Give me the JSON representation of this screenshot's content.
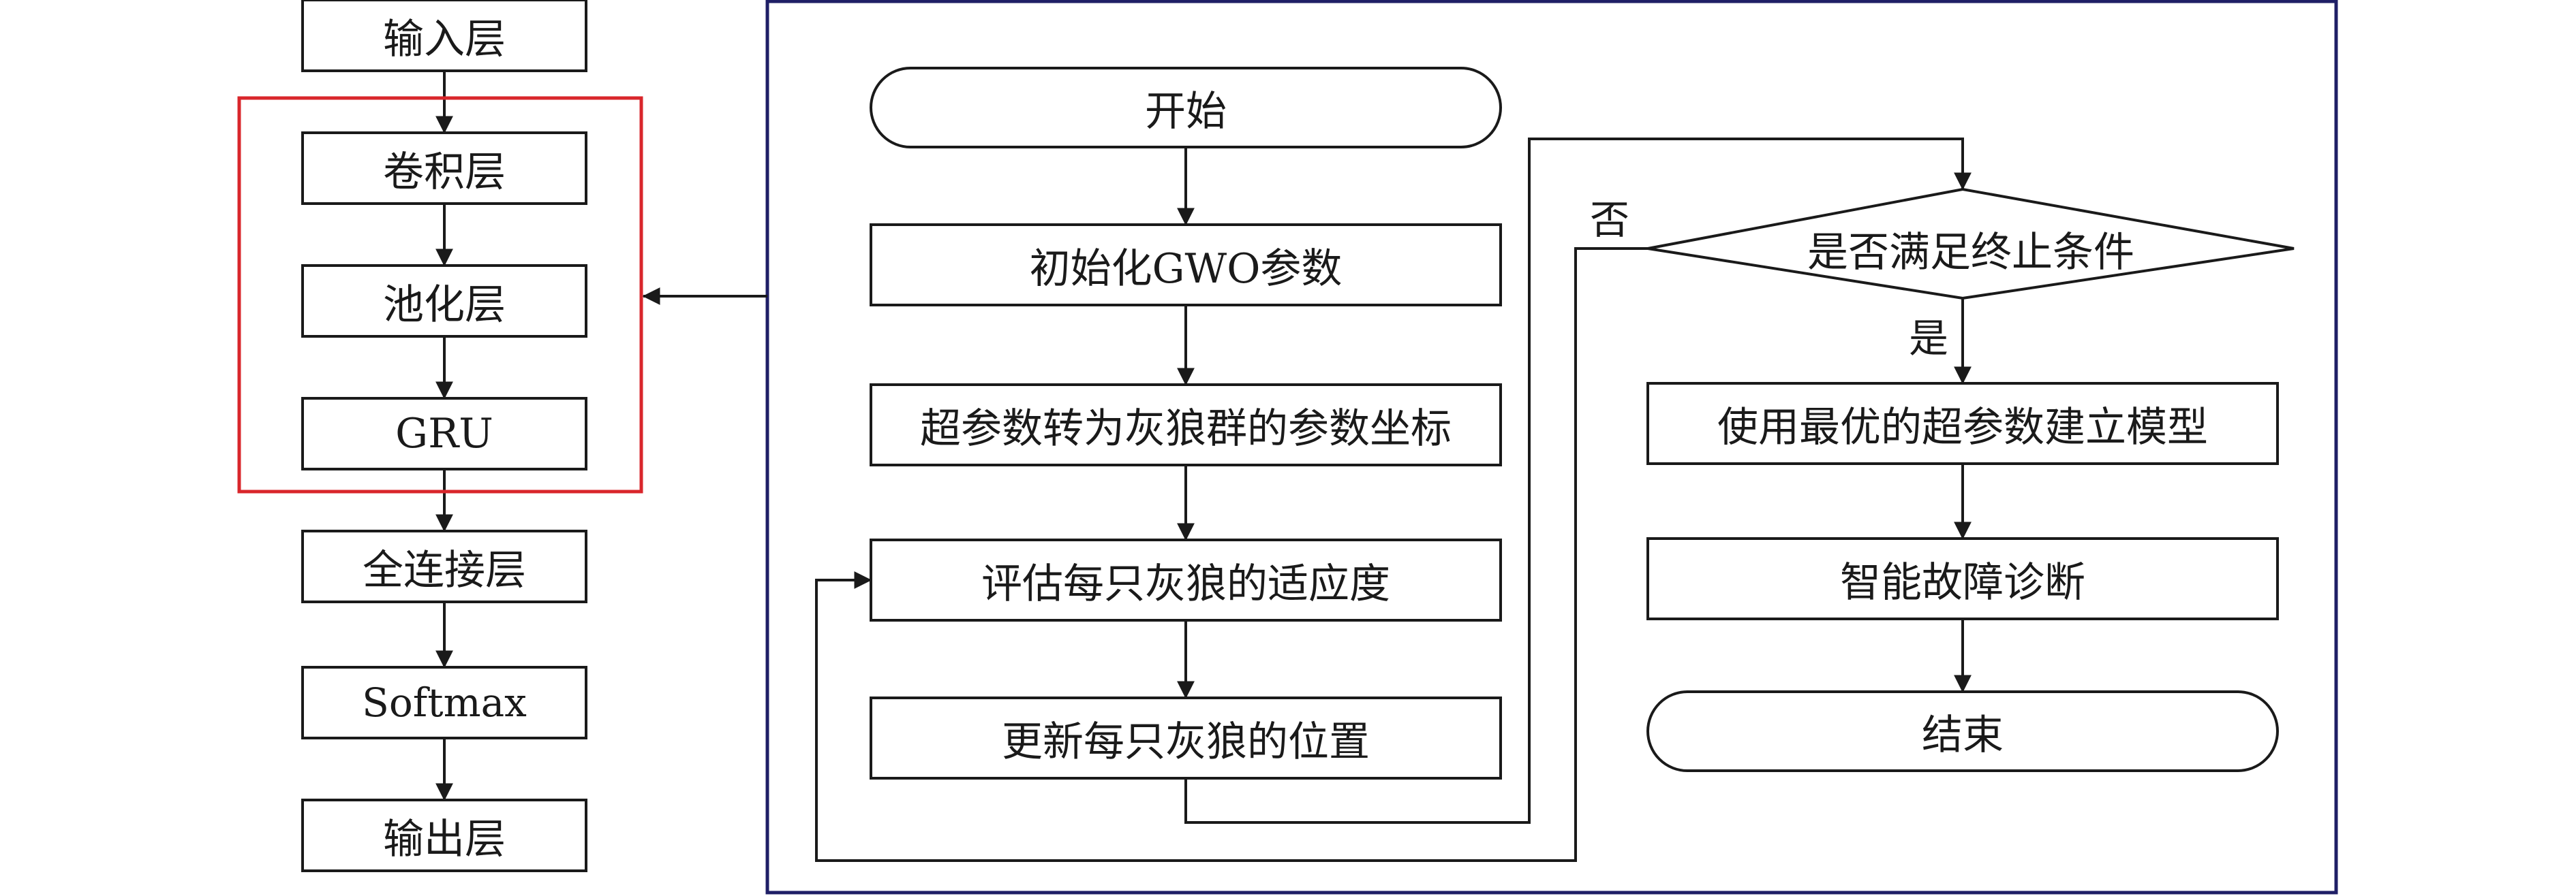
{
  "left_stack": {
    "input_layer": "输入层",
    "conv_layer": "卷积层",
    "pool_layer": "池化层",
    "gru_layer": "GRU",
    "fc_layer": "全连接层",
    "softmax_layer": "Softmax",
    "output_layer": "输出层"
  },
  "flow": {
    "start": "开始",
    "init": "初始化GWO参数",
    "map": "超参数转为灰狼群的参数坐标",
    "evaluate": "评估每只灰狼的适应度",
    "update": "更新每只灰狼的位置",
    "decision": "是否满足终止条件",
    "no_label": "否",
    "yes_label": "是",
    "build": "使用最优的超参数建立模型",
    "diagnose": "智能故障诊断",
    "end": "结束"
  },
  "colors": {
    "line": "#1a1a1a",
    "highlight_frame": "#d9262b",
    "panel_border": "#1f1f66"
  }
}
